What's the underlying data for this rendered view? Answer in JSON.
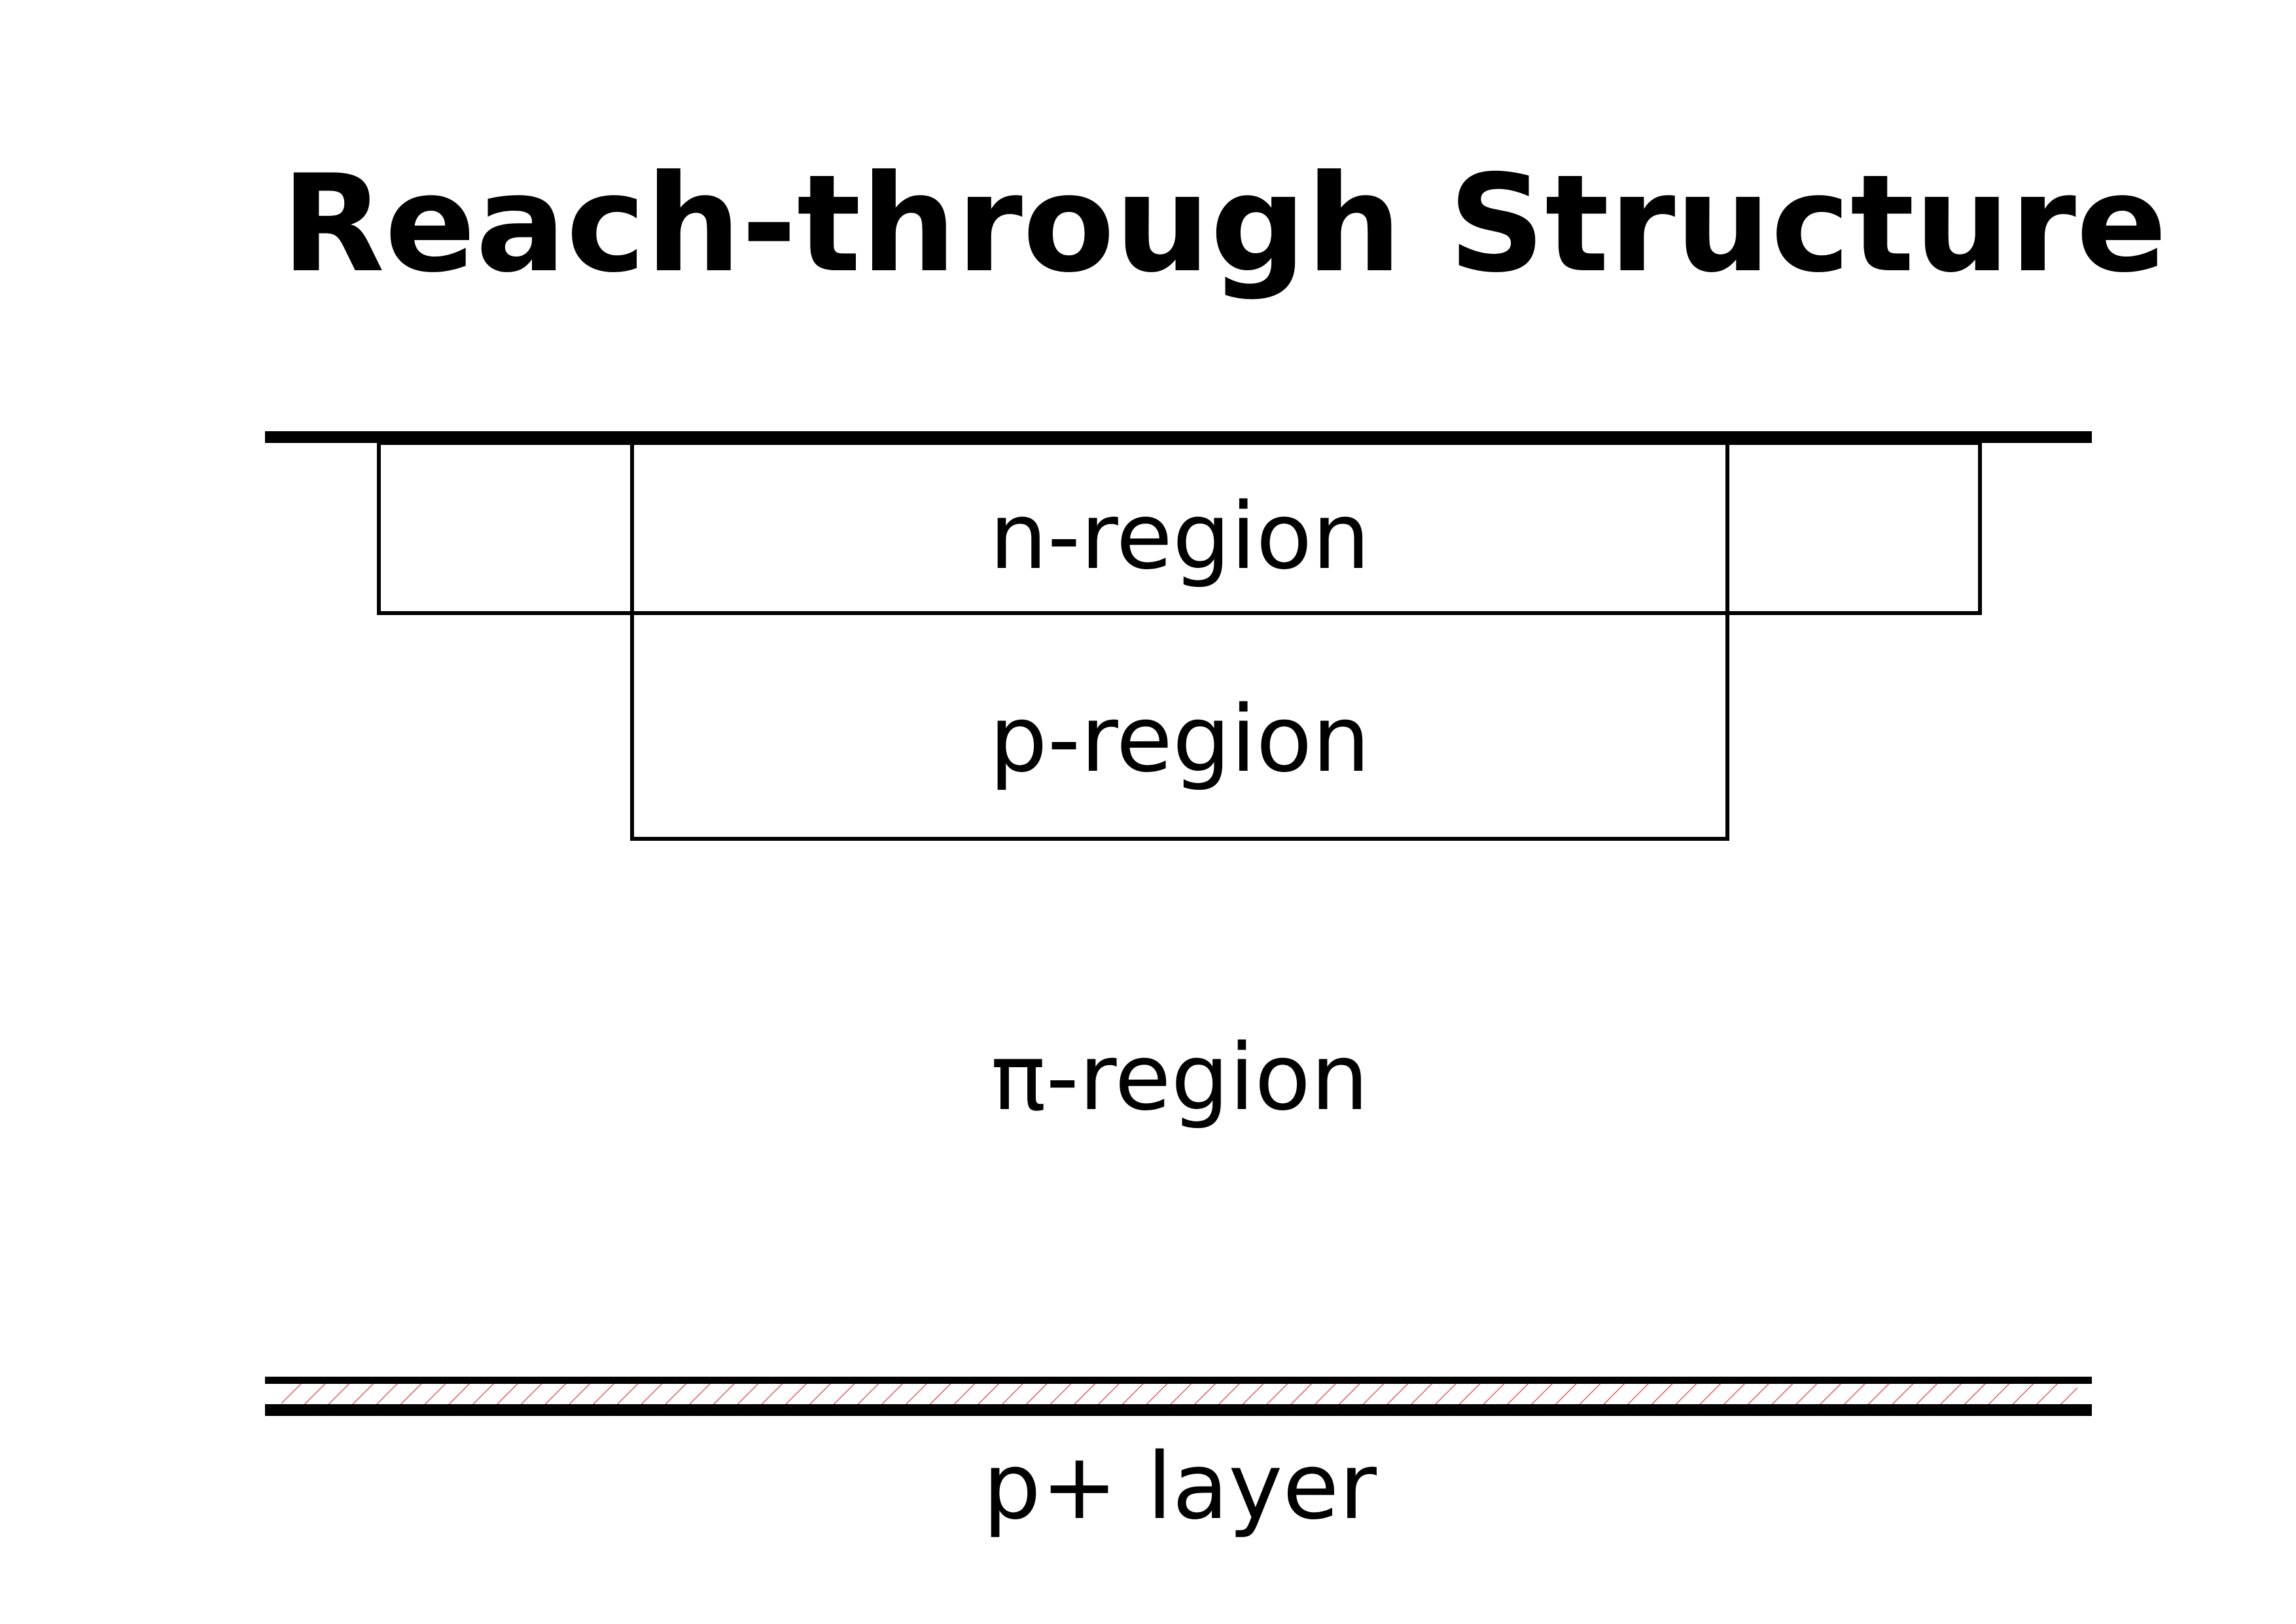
{
  "title": "Reach-through Structure",
  "labels": {
    "n_region": "n-region",
    "p_region": "p-region",
    "pi_region": "π-region",
    "p_plus_layer": "p+ layer"
  },
  "colors": {
    "line": "#000000",
    "hatch": "#e06060",
    "background": "#ffffff"
  }
}
